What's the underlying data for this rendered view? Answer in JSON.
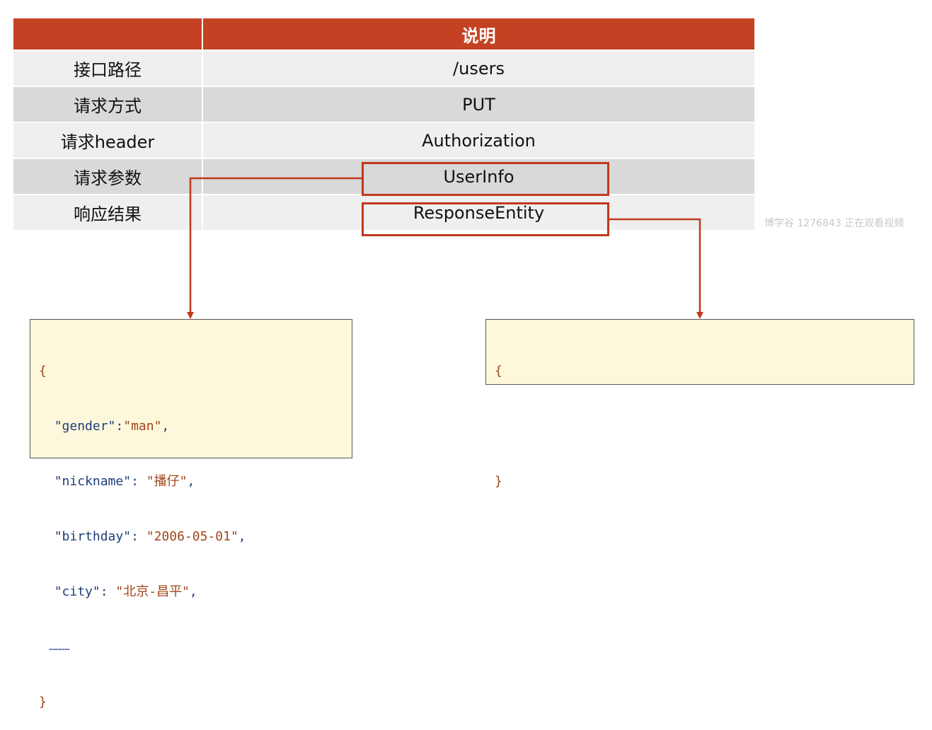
{
  "table": {
    "header": {
      "col1": "",
      "col2": "说明"
    },
    "rows": [
      {
        "label": "接口路径",
        "value": "/users"
      },
      {
        "label": "请求方式",
        "value": "PUT"
      },
      {
        "label": "请求header",
        "value": "Authorization"
      },
      {
        "label": "请求参数",
        "value": "UserInfo"
      },
      {
        "label": "响应结果",
        "value": "ResponseEntity"
      }
    ]
  },
  "request_example": {
    "open": "{",
    "fields": [
      {
        "key": "\"gender\"",
        "sep": ":",
        "value": "\"man\"",
        "trail": ","
      },
      {
        "key": "\"nickname\"",
        "sep": ": ",
        "value": "\"播仔\"",
        "trail": ","
      },
      {
        "key": "\"birthday\"",
        "sep": ": ",
        "value": "\"2006-05-01\"",
        "trail": ","
      },
      {
        "key": "\"city\"",
        "sep": ": ",
        "value": "\"北京-昌平\"",
        "trail": ","
      }
    ],
    "ellipsis": "…………",
    "close": "}"
  },
  "response_example": {
    "open": "{",
    "close": "}"
  },
  "watermark": "博学谷 1276843 正在观看视频",
  "colors": {
    "header_bg": "#c44223",
    "highlight": "#c0391b",
    "row_light": "#efefef",
    "row_dark": "#d9d9d9",
    "code_bg": "#fdf8dc"
  }
}
